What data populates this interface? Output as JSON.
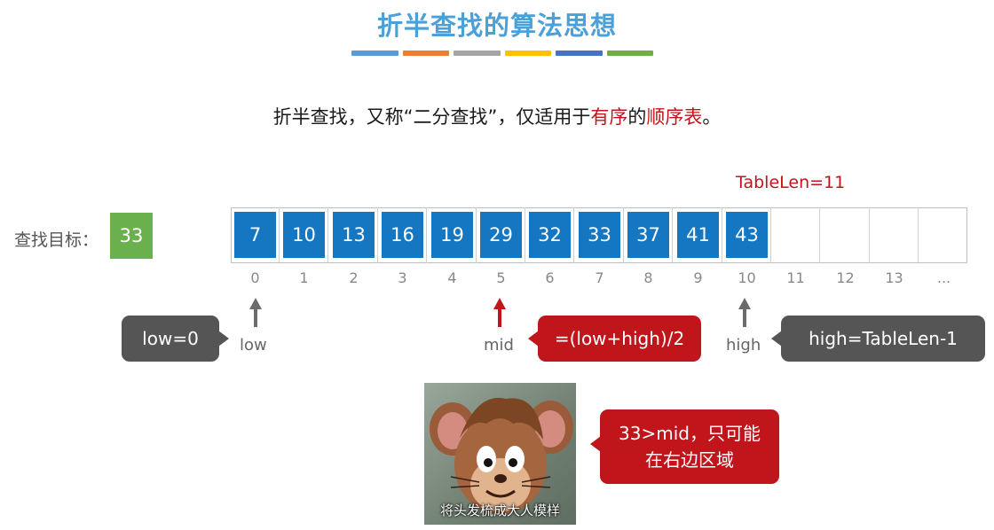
{
  "title": "折半查找的算法思想",
  "title_bar_colors": [
    "#5b9bd5",
    "#ed7d31",
    "#a5a5a5",
    "#ffc000",
    "#4472c4",
    "#70ad47"
  ],
  "subtitle": {
    "part1": "折半查找，又称“二分查找”，仅适用于",
    "highlight1": "有序",
    "part2": "的",
    "highlight2": "顺序表",
    "part3": "。"
  },
  "table_len_label": "TableLen=11",
  "target": {
    "label": "查找目标：",
    "value": "33"
  },
  "array": {
    "values": [
      "7",
      "10",
      "13",
      "16",
      "19",
      "29",
      "32",
      "33",
      "37",
      "41",
      "43",
      "",
      "",
      "",
      ""
    ],
    "indices": [
      "0",
      "1",
      "2",
      "3",
      "4",
      "5",
      "6",
      "7",
      "8",
      "9",
      "10",
      "11",
      "12",
      "13",
      "..."
    ]
  },
  "pointers": {
    "low": {
      "label": "low",
      "bubble": "low=0"
    },
    "mid": {
      "label": "mid",
      "bubble": "=(low+high)/2"
    },
    "high": {
      "label": "high",
      "bubble": "high=TableLen-1"
    }
  },
  "callout": {
    "line1": "33>mid，只可能",
    "line2": "在右边区域"
  },
  "photo_caption": "将头发梳成大人模样",
  "colors": {
    "title": "#4aa0d8",
    "cell": "#1577c2",
    "target": "#6ab04c",
    "accent_red": "#c0151b",
    "dark_bubble": "#555555"
  }
}
